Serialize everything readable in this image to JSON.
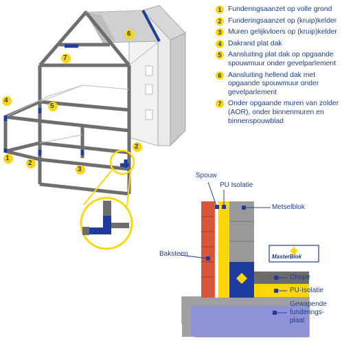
{
  "legend": [
    {
      "num": "1",
      "text": "Funderingsaanzet op volle grond"
    },
    {
      "num": "2",
      "text": "Funderingsaanzet op (kruip)kelder"
    },
    {
      "num": "3",
      "text": "Muren gelijkvloers op (kruip)kelder"
    },
    {
      "num": "4",
      "text": "Dakrand plat dak"
    },
    {
      "num": "5",
      "text": "Aansluiting plat dak op opgaande spouwmuur onder gevelparlement"
    },
    {
      "num": "6",
      "text": "Aansluiting hellend dak met opgaande spouwmuur onder gevelparlement"
    },
    {
      "num": "7",
      "text": "Onder opgaande muren van zolder (AOR), onder binnenmuren en binnenspouwblad"
    }
  ],
  "markers": {
    "m1": "1",
    "m2": "2",
    "m3": "3",
    "m4": "4",
    "m5": "5",
    "m6": "6",
    "m7": "7"
  },
  "detail_labels": {
    "spouw": "Spouw",
    "pu_isolatie_top": "PU Isolatie",
    "metselblok": "Metselblok",
    "baksteen": "Baksteen",
    "chape": "Chape",
    "pu_isolatie_side": "PU-Isolatie",
    "fundering_1": "Gewapende",
    "fundering_2": "funderings-",
    "fundering_3": "plaat"
  },
  "logo_text": "MasterBlok",
  "colors": {
    "accent_yellow": "#ffd60a",
    "text_blue": "#1b3e8c",
    "blok_blue": "#1e3c9e",
    "brick": "#d9563a",
    "grey": "#8a8a8a"
  }
}
